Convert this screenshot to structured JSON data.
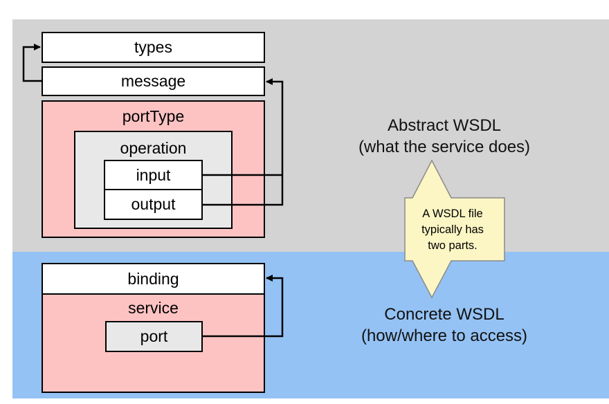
{
  "abstract": {
    "types": "types",
    "message": "message",
    "portType": "portType",
    "operation": "operation",
    "input": "input",
    "output": "output",
    "label_line1": "Abstract WSDL",
    "label_line2": "(what the service does)"
  },
  "concrete": {
    "binding": "binding",
    "service": "service",
    "port": "port",
    "label_line1": "Concrete WSDL",
    "label_line2": "(how/where to access)"
  },
  "callout": {
    "line1": "A WSDL file",
    "line2": "typically has",
    "line3": "two parts."
  },
  "colors": {
    "abstract_bg": "#d3d3d3",
    "concrete_bg": "#94c2f4",
    "container_bg": "#fdc3c3",
    "operation_bg": "#e8e8e8",
    "callout_bg": "#fbf6c4"
  }
}
